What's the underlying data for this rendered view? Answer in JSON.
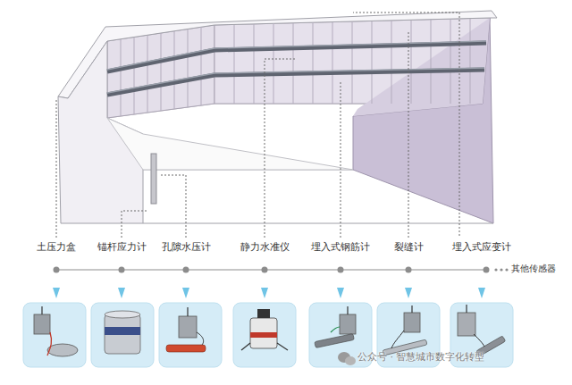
{
  "diagram": {
    "labels": [
      "土压力盒",
      "锚杆应力计",
      "孔隙水压计",
      "静力水准仪",
      "埋入式钢筋计",
      "裂缝计",
      "埋入式应变计",
      "其他传感器",
      "公众号 · 智慧城市数字化转型"
    ]
  }
}
